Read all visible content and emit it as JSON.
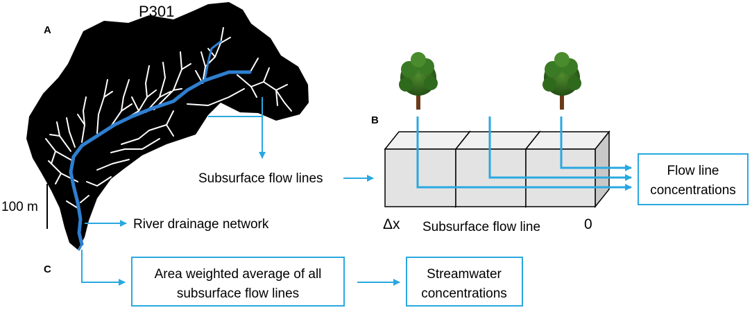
{
  "title": "P301",
  "panels": {
    "a": "A",
    "b": "B",
    "c": "C"
  },
  "scale_bar": {
    "label": "100 m"
  },
  "labels": {
    "subsurface_flow_lines": "Subsurface flow lines",
    "river_drainage_network": "River drainage network",
    "delta_x": "Δx",
    "subsurface_flow_line": "Subsurface flow line",
    "zero": "0"
  },
  "boxes": {
    "flow_line_concentrations": [
      "Flow line",
      "concentrations"
    ],
    "area_weighted_average": [
      "Area weighted average of all",
      "subsurface flow lines"
    ],
    "streamwater_concentrations": [
      "Streamwater",
      "concentrations"
    ]
  },
  "colors": {
    "accent": "#29a8e0",
    "stream": "#2f7fd0",
    "catchment": "#000000",
    "tree_foliage": "#2e6b1f",
    "trunk": "#6b3b1a",
    "cube": "#e3e3e3"
  },
  "icons": [
    "tree-icon",
    "tree-icon",
    "cube-icon",
    "cube-icon",
    "cube-icon"
  ]
}
